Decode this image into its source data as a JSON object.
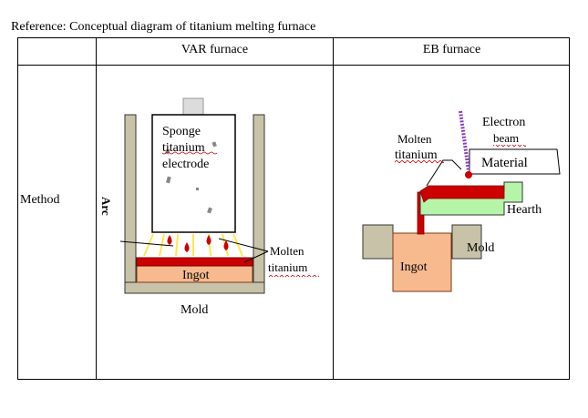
{
  "caption": "Reference: Conceptual diagram of titanium melting furnace",
  "table": {
    "col_var": "VAR furnace",
    "col_eb": "EB furnace",
    "row_label": "Method"
  },
  "var": {
    "electrode_line1": "Sponge",
    "electrode_line2": "titanium",
    "electrode_line3": "electrode",
    "arc": "Arc",
    "molten_line1": "Molten",
    "molten_line2": "titanium",
    "ingot": "Ingot",
    "mold": "Mold"
  },
  "eb": {
    "beam_line1": "Electron",
    "beam_line2": "beam",
    "molten_line1": "Molten",
    "molten_line2": "titanium",
    "material": "Material",
    "hearth": "Hearth",
    "mold": "Mold",
    "ingot": "Ingot"
  },
  "colors": {
    "mold_gray": "#c8c3a8",
    "molten_red": "#cc0000",
    "ingot_fill": "#f7b98e",
    "hearth_green": "#b6f5a9",
    "arc_yellow": "#ffe74d",
    "beam_purple": "#8a3fc0"
  }
}
